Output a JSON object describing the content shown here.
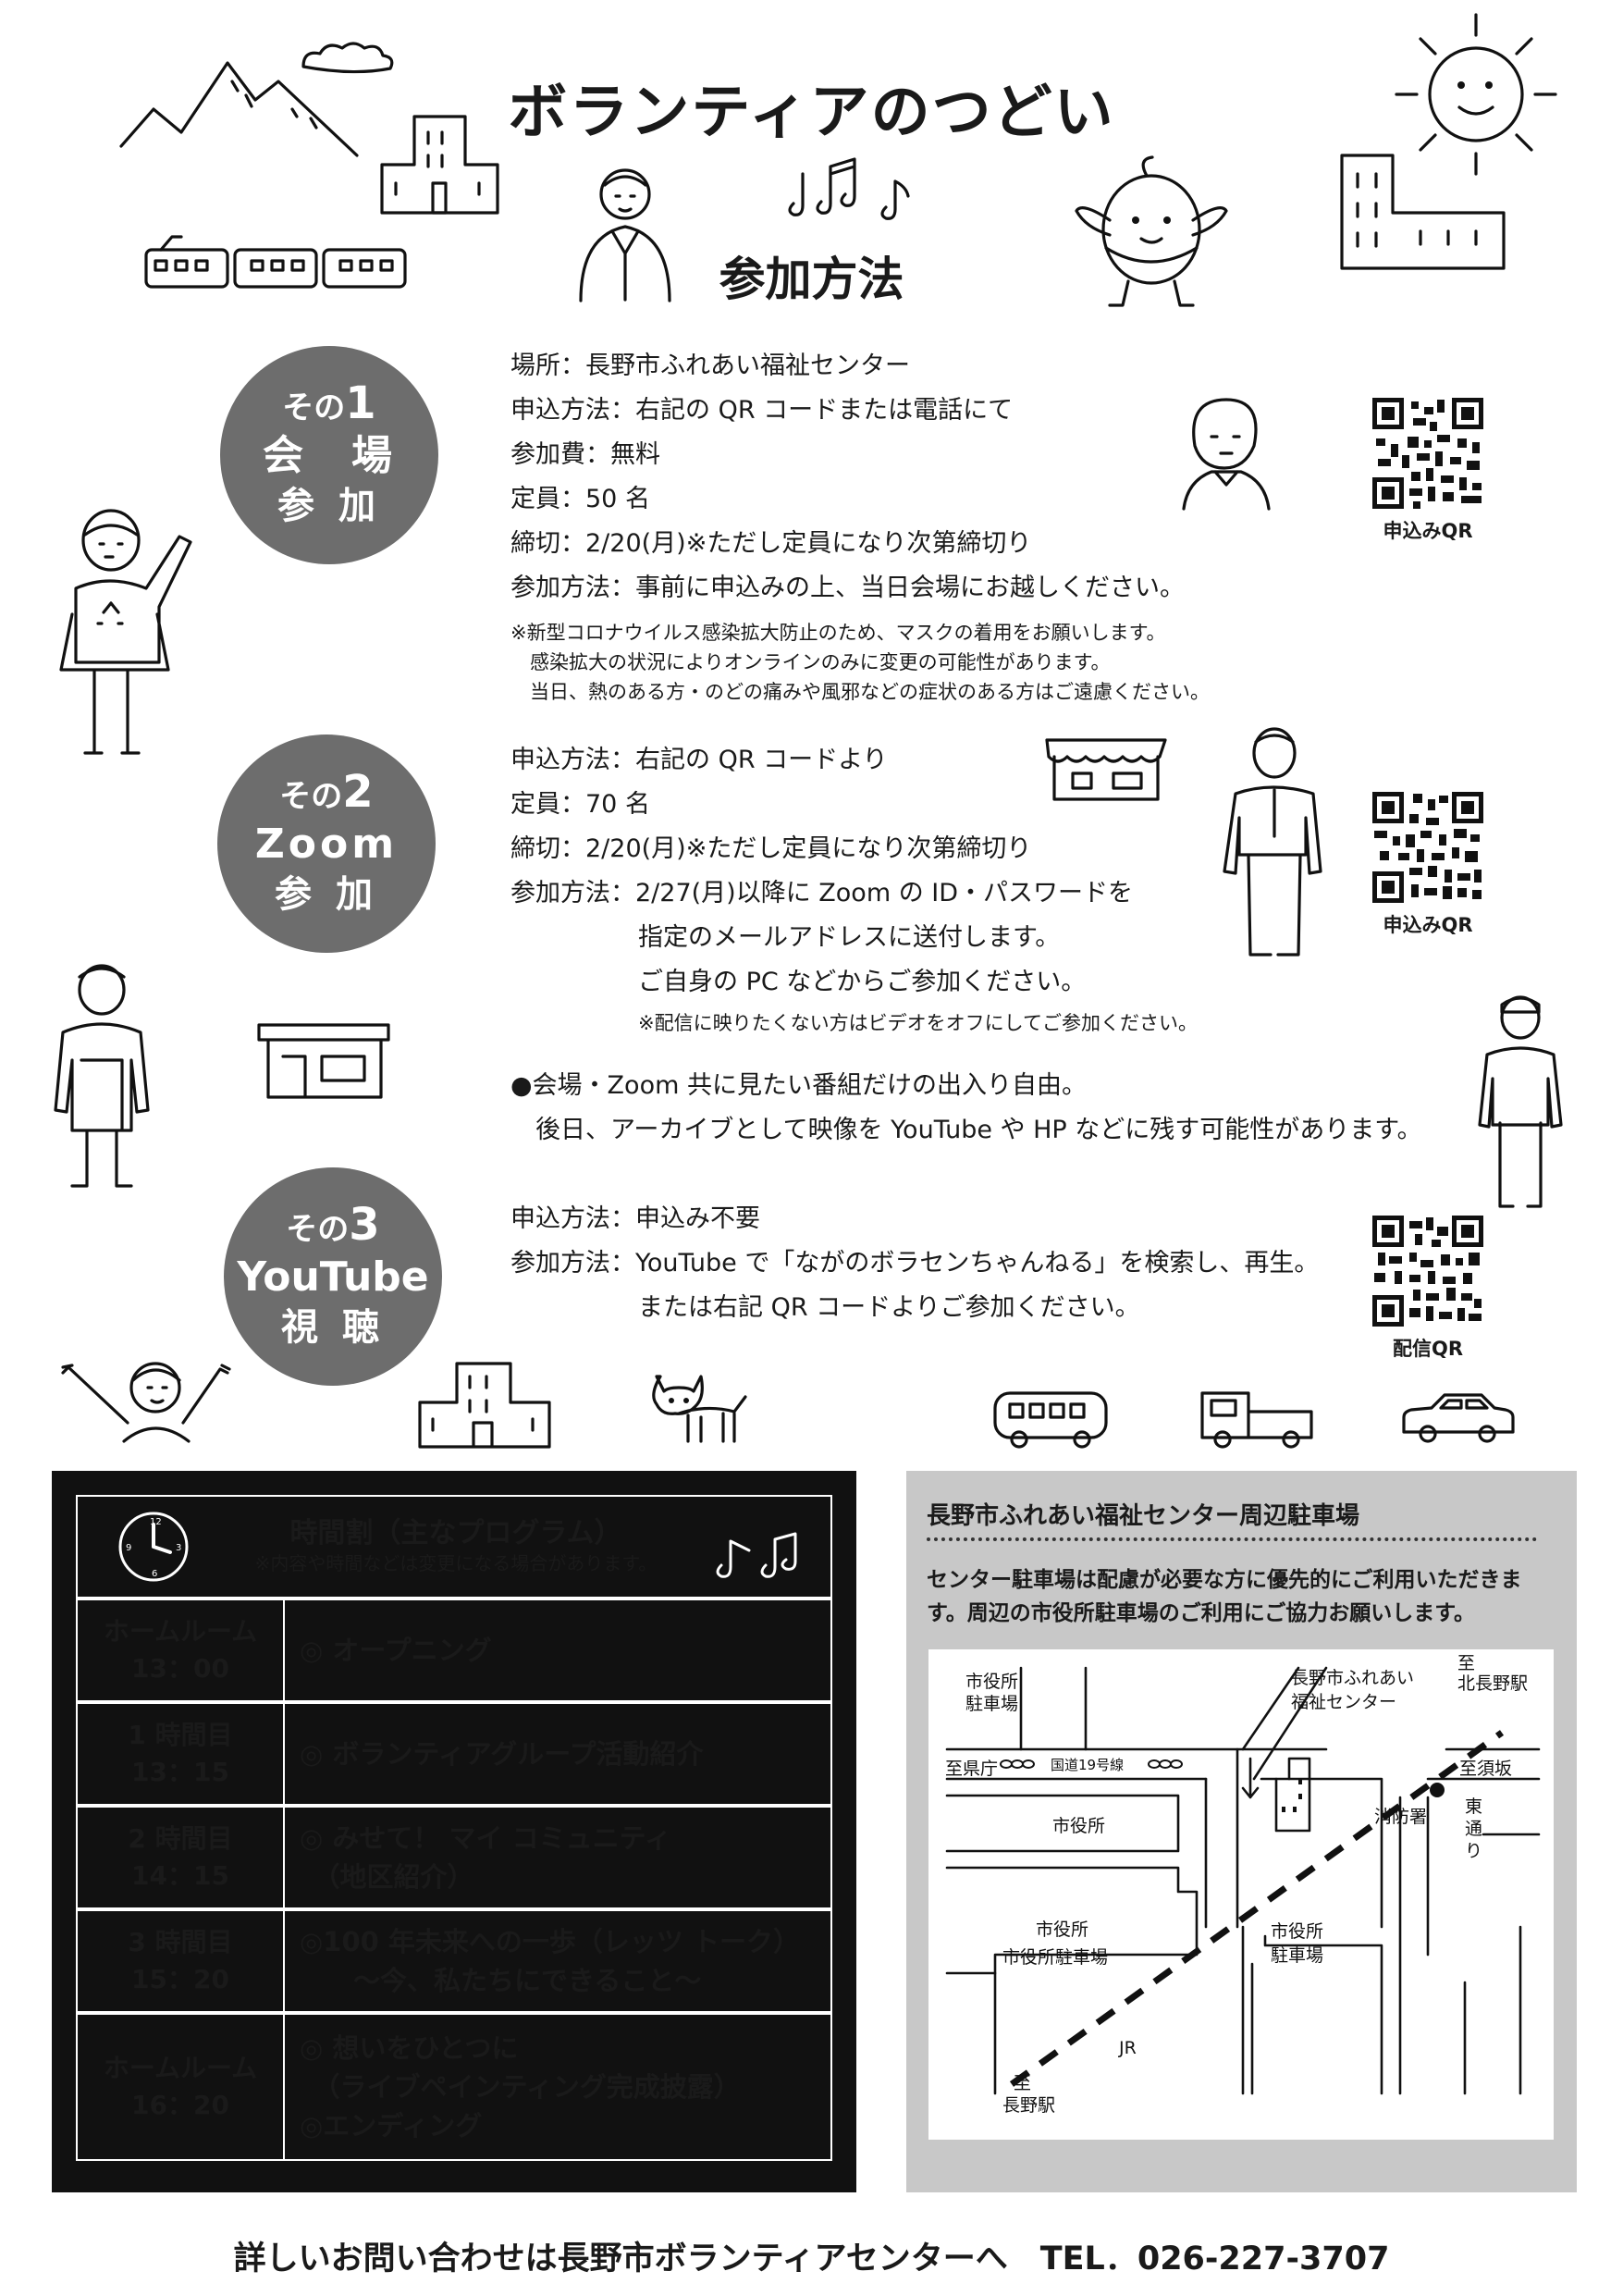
{
  "header": {
    "title": "ボランティアのつどい",
    "subtitle": "参加方法"
  },
  "option1": {
    "badge_no": "その",
    "badge_num": "1",
    "badge_l2": "会　場",
    "badge_l3": "参 加",
    "lines": [
      "場所：長野市ふれあい福祉センター",
      "申込方法：右記の QR コードまたは電話にて",
      "参加費：無料",
      "定員：50 名",
      "締切：2/20(月)※ただし定員になり次第締切り",
      "参加方法：事前に申込みの上、当日会場にお越しください。"
    ],
    "notes": [
      "※新型コロナウイルス感染拡大防止のため、マスクの着用をお願いします。",
      "　感染拡大の状況によりオンラインのみに変更の可能性があります。",
      "　当日、熱のある方・のどの痛みや風邪などの症状のある方はご遠慮ください。"
    ],
    "qr_label": "申込みQR"
  },
  "option2": {
    "badge_no": "その",
    "badge_num": "2",
    "badge_l2": "Zoom",
    "badge_l3": "参 加",
    "lines": [
      "申込方法：右記の QR コードより",
      "定員：70 名",
      "締切：2/20(月)※ただし定員になり次第締切り",
      "参加方法：2/27(月)以降に Zoom の ID・パスワードを"
    ],
    "indent_lines": [
      "指定のメールアドレスに送付します。",
      "ご自身の PC などからご参加ください。"
    ],
    "note": "※配信に映りたくない方はビデオをオフにしてご参加ください。",
    "qr_label": "申込みQR"
  },
  "common_note": {
    "line1": "●会場・Zoom 共に見たい番組だけの出入り自由。",
    "line2": "　後日、アーカイブとして映像を YouTube や HP などに残す可能性があります。"
  },
  "option3": {
    "badge_no": "その",
    "badge_num": "3",
    "badge_l2": "YouTube",
    "badge_l3": "視 聴",
    "lines": [
      "申込方法：申込み不要",
      "参加方法：YouTube で「ながのボラセンちゃんねる」を検索し、再生。"
    ],
    "indent_line": "または右記 QR コードよりご参加ください。",
    "qr_label": "配信QR"
  },
  "schedule": {
    "title": "時間割（主なプログラム）",
    "note": "※内容や時間などは変更になる場合があります。",
    "rows": [
      {
        "period": "ホームルーム",
        "time": "13：00",
        "p1": "◎ オープニング",
        "p2": "",
        "p3": ""
      },
      {
        "period": "1 時間目",
        "time": "13：15",
        "p1": "◎ ボランティアグループ活動紹介",
        "p2": "",
        "p3": ""
      },
      {
        "period": "2 時間目",
        "time": "14：15",
        "p1": "◎ みせて！ マイ コミュニティ",
        "p2": "　（地区紹介）",
        "p3": ""
      },
      {
        "period": "3 時間目",
        "time": "15：20",
        "p1": "◎100 年未来への一歩（レッツ トーク）",
        "p2": "　　〜今、私たちにできること〜",
        "p3": ""
      },
      {
        "period": "ホームルーム",
        "time": "16：20",
        "p1": "◎ 想いをひとつに",
        "p2": "　（ライブペインティング完成披露）",
        "p3": "◎エンディング"
      }
    ]
  },
  "parking": {
    "title": "長野市ふれあい福祉センター周辺駐車場",
    "text": "センター駐車場は配慮が必要な方に優先的にご利用いただきます。周辺の市役所駐車場のご利用にご協力お願いします。",
    "map": {
      "shiyakusho_chusha1": "市役所",
      "shiyakusho_chusha2": "駐車場",
      "center1": "長野市ふれあい",
      "center2": "福祉センター",
      "to_kitanagano1": "至",
      "to_kitanagano2": "北長野駅",
      "to_kencho": "至県庁",
      "route19": "国道19号線",
      "to_suzaka": "至須坂",
      "shiyakusho": "市役所",
      "shobosho": "消防署",
      "higashidori": "東通り",
      "shiyakusho2": "市役所",
      "shiyakusho_chusha3": "市役所駐車場",
      "shiyakusho3": "市役所",
      "chushajo": "駐車場",
      "jr": "JR",
      "to_nagano1": "至",
      "to_nagano2": "長野駅"
    }
  },
  "footer": "詳しいお問い合わせは長野市ボランティアセンターへ　TEL．026-227-3707"
}
